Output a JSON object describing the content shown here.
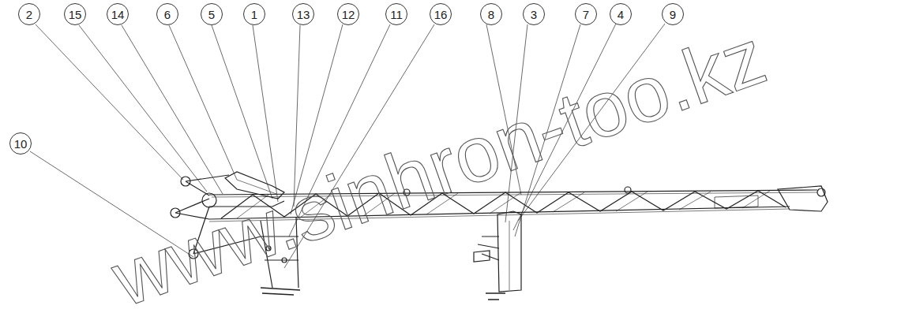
{
  "diagram": {
    "nodes": [
      {
        "text": [
          "2"
        ]
      },
      {
        "text": [
          "15"
        ]
      },
      {
        "text": [
          "14"
        ]
      },
      {
        "text": [
          "6"
        ]
      },
      {
        "text": [
          "5"
        ]
      },
      {
        "text": [
          "1"
        ]
      },
      {
        "text": [
          "13"
        ]
      },
      {
        "text": [
          "12"
        ]
      },
      {
        "text": [
          "11"
        ]
      },
      {
        "text": [
          "16"
        ]
      },
      {
        "text": [
          "8"
        ]
      },
      {
        "text": [
          "3"
        ]
      },
      {
        "text": [
          "7"
        ]
      },
      {
        "text": [
          "4"
        ]
      },
      {
        "text": [
          "9"
        ]
      },
      {
        "text": [
          "10"
        ]
      }
    ],
    "edges": [],
    "labels": [
      "www.sinhron-too.kz"
    ]
  }
}
